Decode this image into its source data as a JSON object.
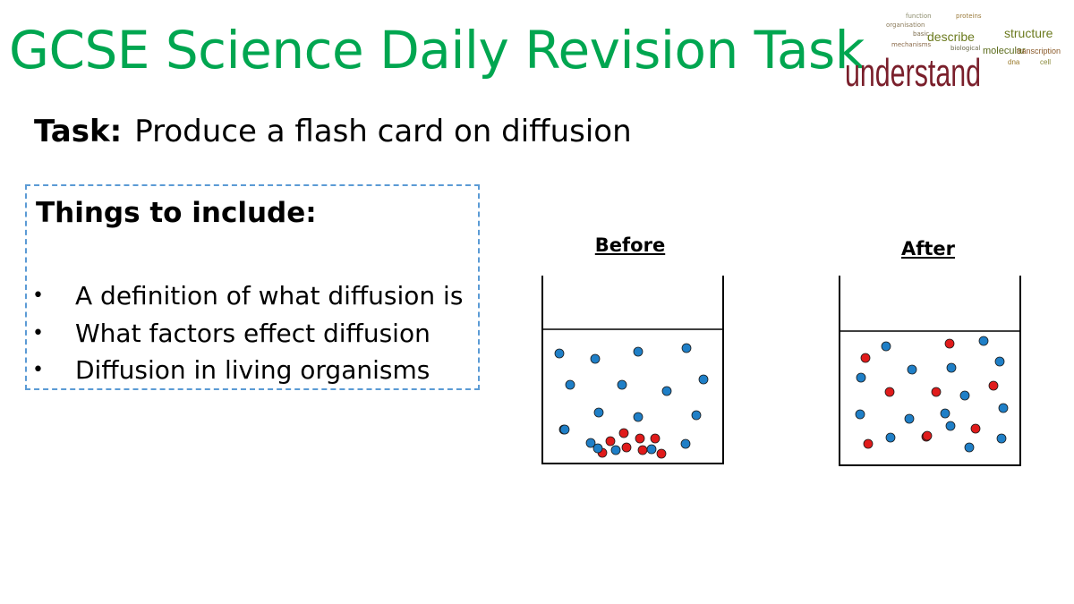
{
  "colors": {
    "title": "#00a650",
    "dashed_border": "#5b9bd5",
    "particle_blue": "#1f7fc7",
    "particle_red": "#e01b1b",
    "particle_outline": "#1a1a1a",
    "logo_accent": "#7a1f2b",
    "logo_secondary": "#6b7a1e"
  },
  "slide": {
    "title": "GCSE Science Daily Revision Task",
    "task_label": "Task:",
    "task_text": "Produce a flash card on diffusion",
    "include": {
      "heading": "Things to include:",
      "bullet_glyph": "•",
      "items": [
        "A definition of what diffusion is",
        "What factors effect diffusion",
        "Diffusion in living organisms"
      ]
    }
  },
  "logo": {
    "words": [
      "understand",
      "describe",
      "structure",
      "molecular",
      "transcription",
      "mechanisms",
      "proteins",
      "dna",
      "cell",
      "basic",
      "biological",
      "function",
      "organisation"
    ]
  },
  "diagram": {
    "before_label": "Before",
    "after_label": "After"
  }
}
